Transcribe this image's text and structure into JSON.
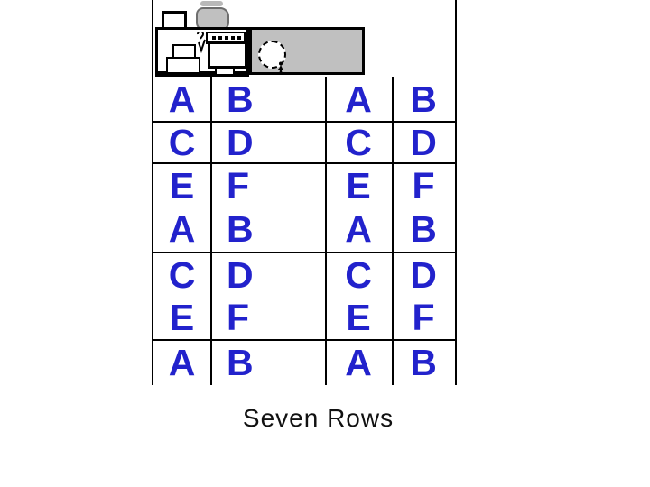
{
  "colors": {
    "letter_blue": "#2222CC",
    "clipart_gray": "#C0C0C0",
    "line_black": "#000000",
    "background": "#FFFFFF"
  },
  "caption": {
    "text": "Seven Rows"
  },
  "table": {
    "columns": 4,
    "row_count": 7,
    "rows": [
      {
        "cells": [
          "A",
          "B",
          "A",
          "B"
        ]
      },
      {
        "cells": [
          "C",
          "D",
          "C",
          "D"
        ]
      },
      {
        "cells": [
          "E",
          "F",
          "E",
          "F"
        ]
      },
      {
        "cells": [
          "A",
          "B",
          "A",
          "B"
        ]
      },
      {
        "cells": [
          "C",
          "D",
          "C",
          "D"
        ]
      },
      {
        "cells": [
          "E",
          "F",
          "E",
          "F"
        ]
      },
      {
        "cells": [
          "A",
          "B",
          "A",
          "B"
        ]
      }
    ]
  },
  "clipart": {
    "description": "black-and-white office machine clip art with gray scanner panel",
    "icons": [
      "blank-page-icon",
      "jar-icon",
      "copier-machine-icon",
      "paper-tray-icon",
      "cable-icon",
      "printer-icon",
      "scanner-panel",
      "dashed-circle-icon",
      "person-icon"
    ]
  }
}
